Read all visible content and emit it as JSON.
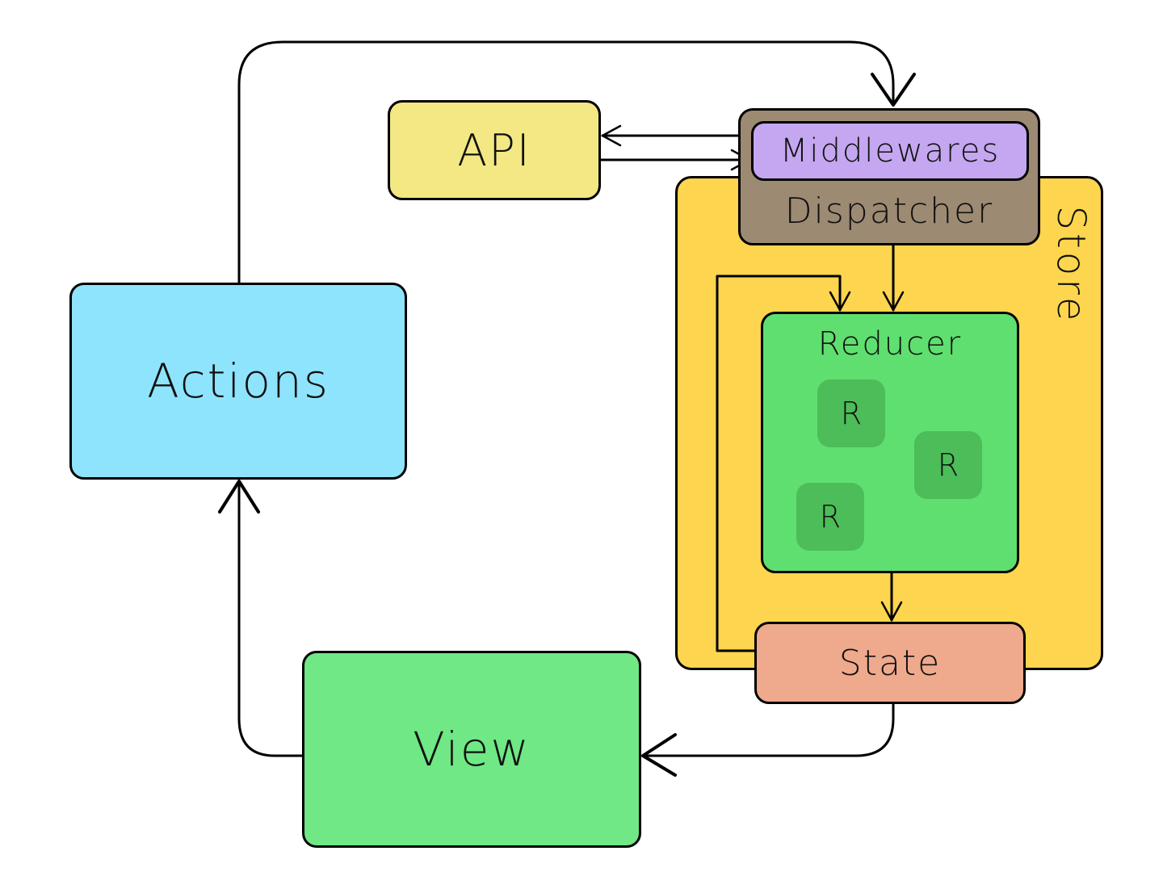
{
  "diagram": {
    "nodes": {
      "store": "Store",
      "api": "API",
      "middlewares": "Middlewares",
      "dispatcher": "Dispatcher",
      "actions": "Actions",
      "reducer": "Reducer",
      "reducer_children": [
        "R",
        "R",
        "R"
      ],
      "state": "State",
      "view": "View"
    },
    "edges": [
      {
        "from": "Actions",
        "to": "Middlewares"
      },
      {
        "from": "Middlewares",
        "to": "API"
      },
      {
        "from": "API",
        "to": "Middlewares"
      },
      {
        "from": "Dispatcher",
        "to": "Reducer"
      },
      {
        "from": "State",
        "to": "Reducer"
      },
      {
        "from": "Reducer",
        "to": "State"
      },
      {
        "from": "State",
        "to": "View"
      },
      {
        "from": "View",
        "to": "Actions"
      }
    ],
    "colors": {
      "store": "#fdd54e",
      "api": "#f3e883",
      "middlewares": "#c4a7f0",
      "dispatcher": "#9d8a73",
      "actions": "#8ee4fd",
      "reducer": "#5fdf6f",
      "reducer_child": "#4cbd58",
      "state": "#efa98c",
      "view": "#6fe885"
    }
  }
}
